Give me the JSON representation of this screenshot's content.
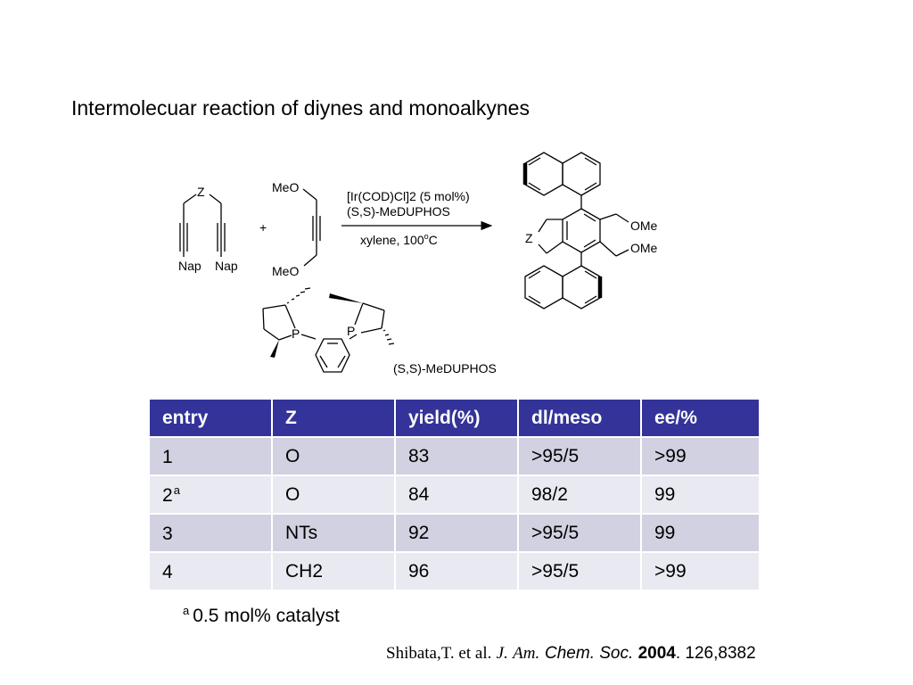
{
  "slide": {
    "title": "Intermolecuar reaction of diynes and monoalkynes"
  },
  "scheme": {
    "diyne": {
      "z_label": "Z",
      "end_left": "Nap",
      "end_right": "Nap"
    },
    "plus": "+",
    "monoalkyne": {
      "top_group": "MeO",
      "bottom_group": "MeO"
    },
    "conditions": {
      "line1": "[Ir(COD)Cl]2 (5 mol%)",
      "line2": "(S,S)-MeDUPHOS",
      "line3": "xylene, 100",
      "line3_sup": "o",
      "line3_unit": "C"
    },
    "product": {
      "z_label": "Z",
      "group_upper": "OMe",
      "group_lower": "OMe"
    },
    "ligand": {
      "p_left": "P",
      "p_right": "P",
      "name": "(S,S)-MeDUPHOS"
    }
  },
  "table": {
    "headers": [
      "entry",
      "Z",
      "yield(%)",
      "dl/meso",
      "ee/%"
    ],
    "rows": [
      {
        "entry": "1",
        "entry_sup": "",
        "z": "O",
        "yield": "83",
        "dl_meso": ">95/5",
        "ee": ">99"
      },
      {
        "entry": "2",
        "entry_sup": "a",
        "z": "O",
        "yield": "84",
        "dl_meso": "98/2",
        "ee": "99"
      },
      {
        "entry": "3",
        "entry_sup": "",
        "z": "NTs",
        "yield": "92",
        "dl_meso": ">95/5",
        "ee": "99"
      },
      {
        "entry": "4",
        "entry_sup": "",
        "z": "CH2",
        "yield": "96",
        "dl_meso": ">95/5",
        "ee": ">99"
      }
    ]
  },
  "footnote": {
    "marker": "a",
    "text": "0.5 mol% catalyst"
  },
  "citation": {
    "authors": "Shibata,T. et al.",
    "journal_1": "J.",
    "journal_2": "Am",
    "journal_3": ". Chem. Soc.",
    "year": "2004",
    "sep": ".",
    "ref": "126,8382"
  },
  "colors": {
    "header_bg": "#333399",
    "row_odd_bg": "#d1d1e1",
    "row_even_bg": "#e9e9f1"
  }
}
